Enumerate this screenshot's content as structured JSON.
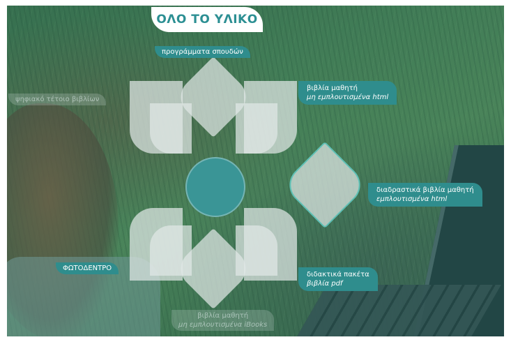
{
  "title": "ΟΛΟ ΤΟ ΥΛΙΚΟ",
  "labels": {
    "programs": "προγράμματα σπουδών",
    "teacher_book": "ψηφιακό τέτοιο βιβλίων",
    "student_books": "βιβλία μαθητή",
    "student_books_sub": "μη εμπλουτισμένα html",
    "interactive": "διαδραστικά βιβλία μαθητή",
    "interactive_sub": "εμπλουτισμένα html",
    "photodentro": "ΦΩΤΟΔΕΝΤΡΟ",
    "packages": "διδακτικά πακέτα",
    "packages_sub": "βιβλία pdf",
    "bottom_faint": "βιβλία μαθητή",
    "bottom_faint_sub": "μη εμπλουτισμένα iBooks"
  },
  "colors": {
    "accent": "#2f8d8d",
    "center": "#3a9596",
    "title_text": "#2c8f93"
  }
}
